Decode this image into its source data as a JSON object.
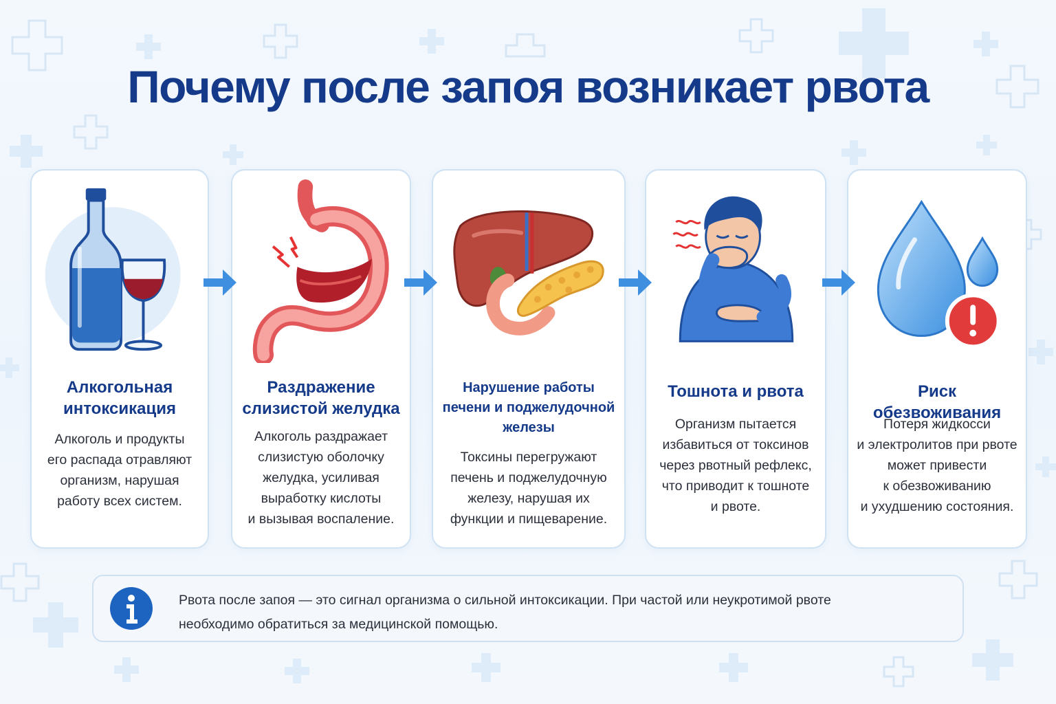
{
  "title": "Почему после запоя возникает рвота",
  "steps": [
    {
      "icon": "alcohol-bottle-glass-icon",
      "title": "Алкогольная\nинтоксикация",
      "text": "Алкоголь и продукты\nего распада отравляют\nорганизм, нарушая\nработу всех систем."
    },
    {
      "icon": "stomach-icon",
      "title": "Раздражение\nслизистой желудка",
      "text": "Алкоголь раздражает\nслизистую оболочку\nжелудка, усиливая\nвыработку кислоты\nи вызывая воспаление."
    },
    {
      "icon": "liver-pancreas-icon",
      "title": "Нарушение работы\nпечени и поджелудочной\nжелезы",
      "text": "Токсины перегружают\nпечень и поджелудочную\nжелезу, нарушая их\nфункции и пищеварение."
    },
    {
      "icon": "nauseous-person-icon",
      "title": "Тошнота и рвота",
      "text": "Организм пытается\nизбавиться от токсинов\nчерез рвотный рефлекс,\nчто приводит к тошноте\nи рвоте."
    },
    {
      "icon": "water-drop-warning-icon",
      "title": "Риск обезвоживания",
      "text": "Потеря жидкосси\nи электролитов при рвоте\nможет привести\nк обезвоживанию\nи ухудшению состояния."
    }
  ],
  "arrow_icon": "arrow-right-icon",
  "info": {
    "icon": "info-icon",
    "text": "Рвота после запоя — это сигнал организма о сильной интоксикации. При частой или неукротимой рвоте\nнеобходимо обратиться за медицинской помощью."
  },
  "colors": {
    "title": "#153a8a",
    "card_border": "#cfe2f3",
    "arrow": "#3e8fe0",
    "info_icon": "#1d63c0",
    "warning": "#e23b3b",
    "background": "#eef5fc"
  }
}
